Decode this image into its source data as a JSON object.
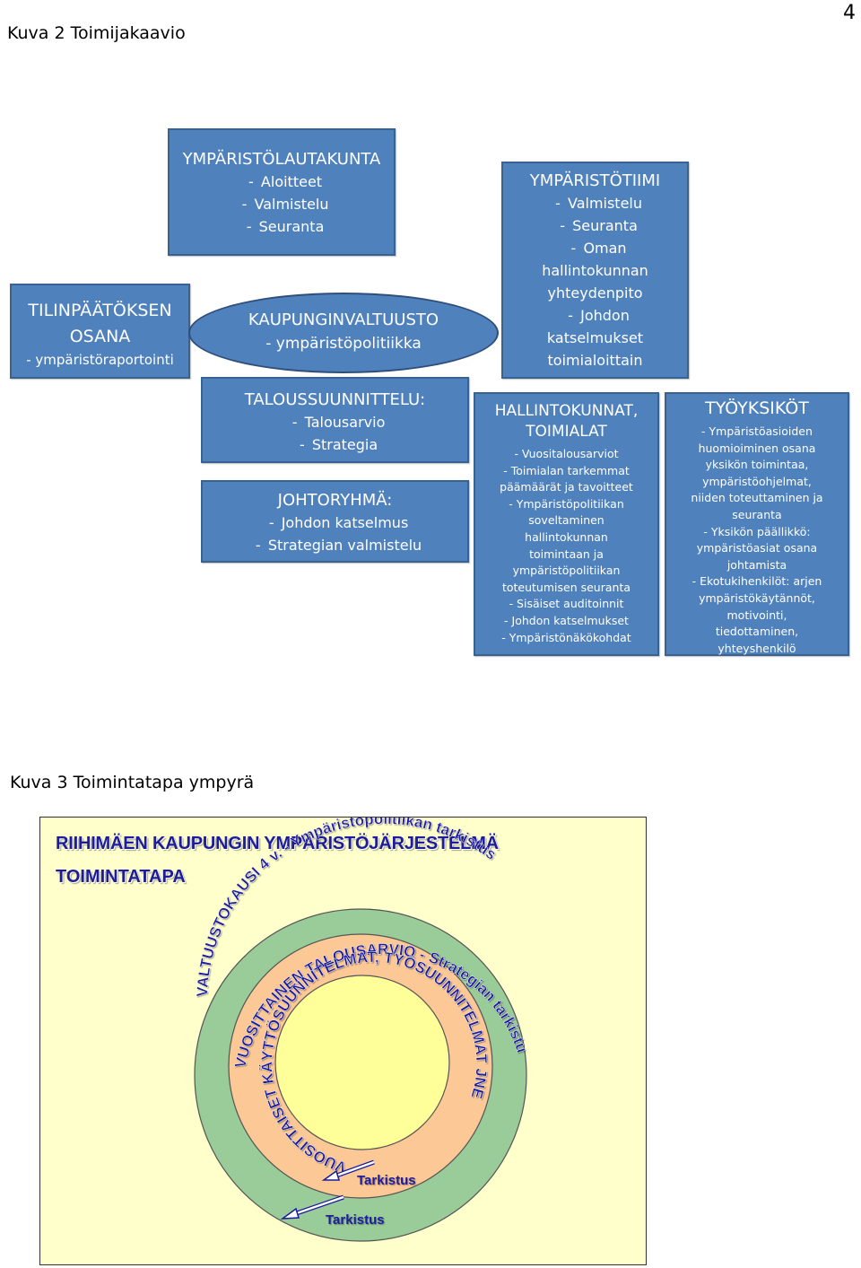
{
  "page": {
    "number": "4",
    "caption_org_chart": "Kuva 2 Toimijakaavio",
    "caption_cycle": "Kuva 3 Toimintatapa ympyrä"
  },
  "org_chart": {
    "lautakunta": {
      "title": "YMPÄRISTÖLAUTAKUNTA",
      "items": [
        "Aloitteet",
        "Valmistelu",
        "Seuranta"
      ]
    },
    "tiimi": {
      "title": "YMPÄRISTÖTIIMI",
      "items": [
        "Valmistelu",
        "Seuranta",
        "Oman",
        "hallintokunnan",
        "yhteydenpito",
        "Johdon",
        "katselmukset",
        "toimialoittain"
      ]
    },
    "tilinpaatos": {
      "title_line1": "TILINPÄÄTÖKSEN",
      "title_line2": "OSANA",
      "item": "- ympäristöraportointi"
    },
    "valtuusto": {
      "title": "KAUPUNGINVALTUUSTO",
      "item": "- ympäristöpolitiikka"
    },
    "talous": {
      "title": "TALOUSSUUNNITTELU:",
      "items": [
        "Talousarvio",
        "Strategia"
      ]
    },
    "johto": {
      "title": "JOHTORYHMÄ:",
      "items": [
        "Johdon katselmus",
        "Strategian valmistelu"
      ]
    },
    "hallinto": {
      "title_line1": "HALLINTOKUNNAT,",
      "title_line2": "TOIMIALAT",
      "lines": [
        "- Vuositalousarviot",
        "- Toimialan tarkemmat",
        "päämäärät ja tavoitteet",
        "- Ympäristöpolitiikan",
        "soveltaminen",
        "hallintokunnan",
        "toimintaan ja",
        "ympäristöpolitiikan",
        "toteutumisen seuranta",
        "- Sisäiset auditoinnit",
        "- Johdon katselmukset",
        "- Ympäristönäkökohdat"
      ]
    },
    "tyoyksikot": {
      "title": "TYÖYKSIKÖT",
      "lines": [
        "- Ympäristöasioiden",
        "huomioiminen osana",
        "yksikön toimintaa,",
        "ympäristöohjelmat,",
        "niiden toteuttaminen ja",
        "seuranta",
        "- Yksikön päällikkö:",
        "ympäristöasiat osana",
        "johtamista",
        "- Ekotukihenkilöt: arjen",
        "ympäristökäytännöt,",
        "motivointi,",
        "tiedottaminen,",
        "yhteyshenkilö"
      ]
    }
  },
  "cycle": {
    "title": "RIIHIMÄEN KAUPUNGIN YMPÄRISTÖJÄRJESTELMÄ",
    "subtitle": "TOIMINTATAPA",
    "outer_ring_text": "VALTUUSTOKAUSI 4 v.  - Ympäristöpolitiikan tarkistus",
    "middle_ring_text": "VUOSITTAINEN TALOUSARVIO  - Strategian tarkistus",
    "inner_ring_text": "VUOSITTAISET KÄYTTÖSUUNNITELMAT, TYÖSUUNNITELMAT JNE",
    "inner_check_label": "Tarkistus",
    "outer_check_label": "Tarkistus",
    "colors": {
      "panel_background": "#ffffcc",
      "outer_ring": "#99cc99",
      "middle_ring": "#fcc896",
      "center": "#ffff99",
      "ring_text": "#1c1c9c"
    }
  }
}
